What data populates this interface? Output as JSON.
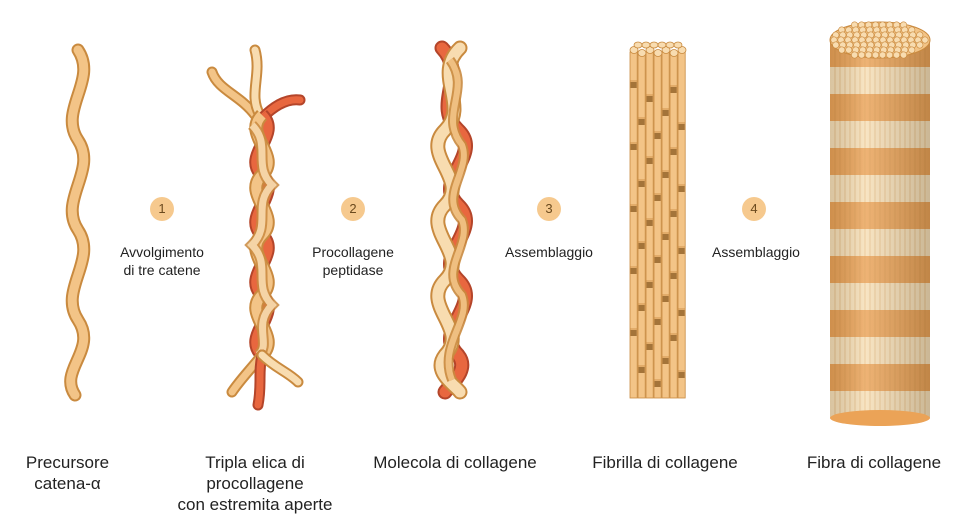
{
  "steps": [
    {
      "number": "1",
      "label": "Avvolgimento\ndi tre catene"
    },
    {
      "number": "2",
      "label": "Procollagene\npeptidase"
    },
    {
      "number": "3",
      "label": "Assemblaggio"
    },
    {
      "number": "4",
      "label": "Assemblaggio"
    }
  ],
  "stages": [
    {
      "caption": "Precursore\ncatena-α"
    },
    {
      "caption": "Tripla elica di\nprocollagene\ncon estremita aperte"
    },
    {
      "caption": "Molecola di collagene"
    },
    {
      "caption": "Fibrilla di collagene"
    },
    {
      "caption": "Fibra di collagene"
    }
  ],
  "colors": {
    "strand_light": "#f3c487",
    "strand_dark": "#c98a3f",
    "strand_red": "#e8673f",
    "band_light": "#f7dfb6",
    "band_dark": "#eba357",
    "badge": "#f6c98e"
  }
}
